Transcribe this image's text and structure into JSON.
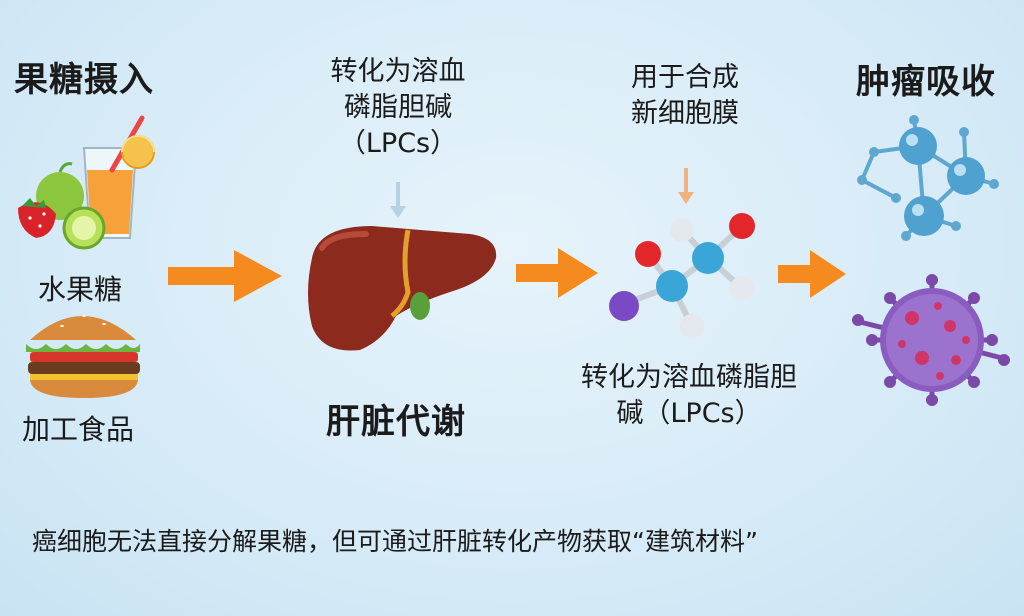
{
  "stages": {
    "intake": {
      "title": "果糖摄入",
      "fruit_label": "水果糖",
      "processed_label": "加工食品"
    },
    "liver": {
      "note_lines": [
        "转化为溶血",
        "磷脂胆碱",
        "（LPCs）"
      ],
      "title": "肝脏代谢"
    },
    "molecule": {
      "note_lines": [
        "用于合成",
        "新细胞膜"
      ],
      "bottom_lines": [
        "转化为溶血磷脂胆",
        "碱（LPCs）"
      ]
    },
    "tumor": {
      "title": "肿瘤吸收"
    }
  },
  "caption": "癌细胞无法直接分解果糖，但可通过肝脏转化产物获取“建筑材料”",
  "colors": {
    "arrow": "#f58a1f",
    "liver": "#8c2a1e",
    "tumor": "#7b4aa8",
    "cell_blue": "#4fa2cf"
  },
  "icons": [
    "juice-glass-icon",
    "fruit-icon",
    "burger-icon",
    "liver-icon",
    "molecule-icon",
    "blue-cell-icon",
    "cancer-cell-icon"
  ]
}
